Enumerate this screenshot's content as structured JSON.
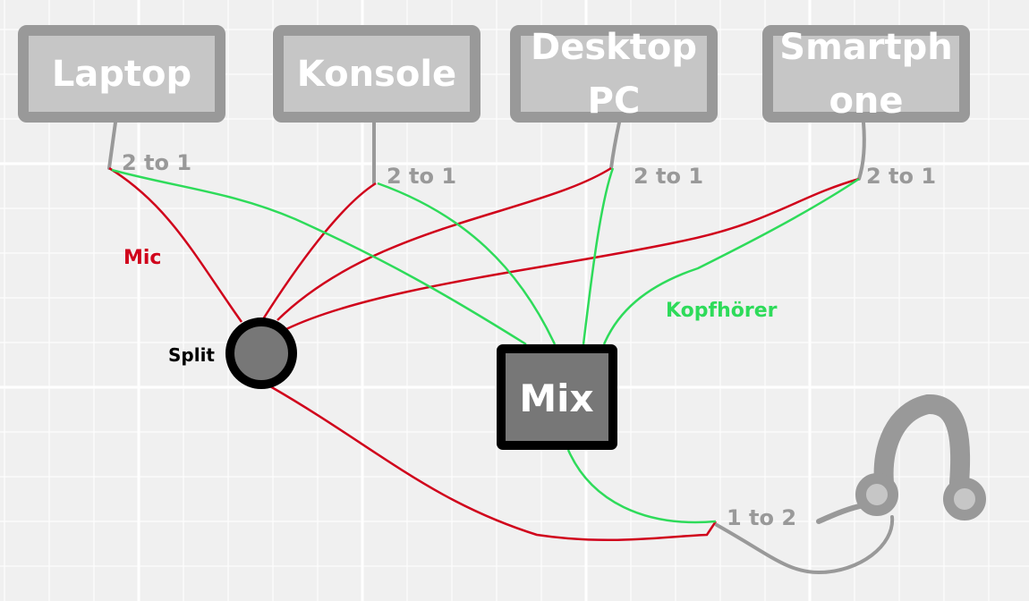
{
  "devices": [
    {
      "label_lines": [
        "Laptop"
      ],
      "hub_label": "2 to 1"
    },
    {
      "label_lines": [
        "Konsole"
      ],
      "hub_label": "2 to 1"
    },
    {
      "label_lines": [
        "Desktop",
        "PC"
      ],
      "hub_label": "2 to 1"
    },
    {
      "label_lines": [
        "Smartph",
        "one"
      ],
      "hub_label": "2 to 1"
    }
  ],
  "split": {
    "label": "Split"
  },
  "mix": {
    "label": "Mix"
  },
  "mic_label": "Mic",
  "headphone_label": "Kopfhörer",
  "output_hub_label": "1 to 2",
  "colors": {
    "mic": "#d0021b",
    "headphone": "#2edb5a",
    "device": "#999999",
    "device_fill": "#c6c6c6",
    "node": "#777777"
  }
}
